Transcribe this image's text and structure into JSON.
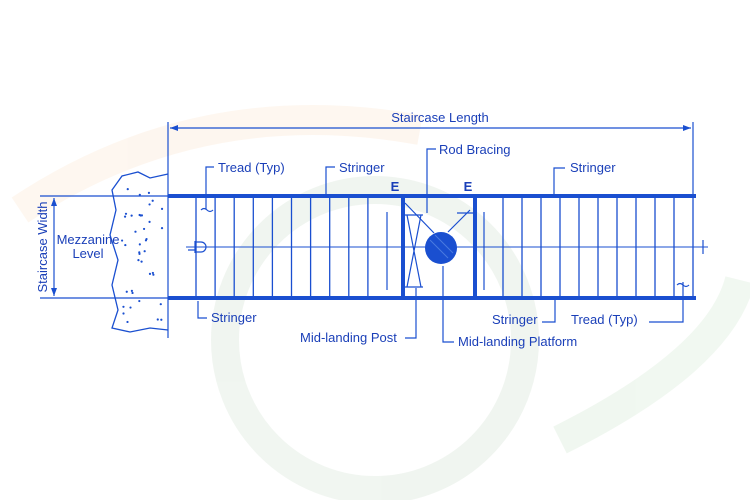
{
  "labels": {
    "length": "Staircase Length",
    "width": "Staircase Width",
    "mezzanine_line1": "Mezzanine",
    "mezzanine_line2": "Level",
    "tread_left": "Tread (Typ)",
    "stringer_top_left": "Stringer",
    "rod_bracing": "Rod Bracing",
    "stringer_top_right": "Stringer",
    "stringer_bottom_left": "Stringer",
    "mid_landing_post": "Mid-landing Post",
    "mid_landing_platform": "Mid-landing Platform",
    "stringer_bottom_right": "Stringer",
    "tread_right": "Tread (Typ)",
    "e_left": "E",
    "e_right": "E"
  },
  "colors": {
    "line": "#1a4fd0",
    "text": "#1a3fb8"
  }
}
